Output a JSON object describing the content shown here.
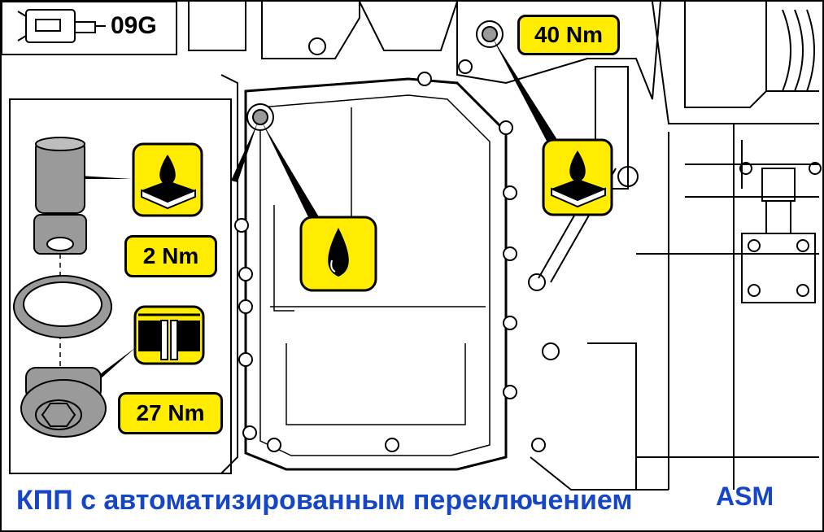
{
  "header": {
    "code": "09G"
  },
  "torque_labels": {
    "drain_bolt": "40 Nm",
    "screen_insert": "2 Nm",
    "plug": "27 Nm"
  },
  "caption": {
    "text": "КПП с автоматизированным переключением",
    "suffix": "ASM",
    "color": "#1646c8"
  },
  "colors": {
    "highlight": "#ffec00",
    "line": "#000000",
    "part_gray": "#9a9a9a"
  },
  "icons": [
    "transmission-icon",
    "oil-drop-on-pad-icon",
    "oil-drop-icon",
    "seal-section-icon"
  ]
}
